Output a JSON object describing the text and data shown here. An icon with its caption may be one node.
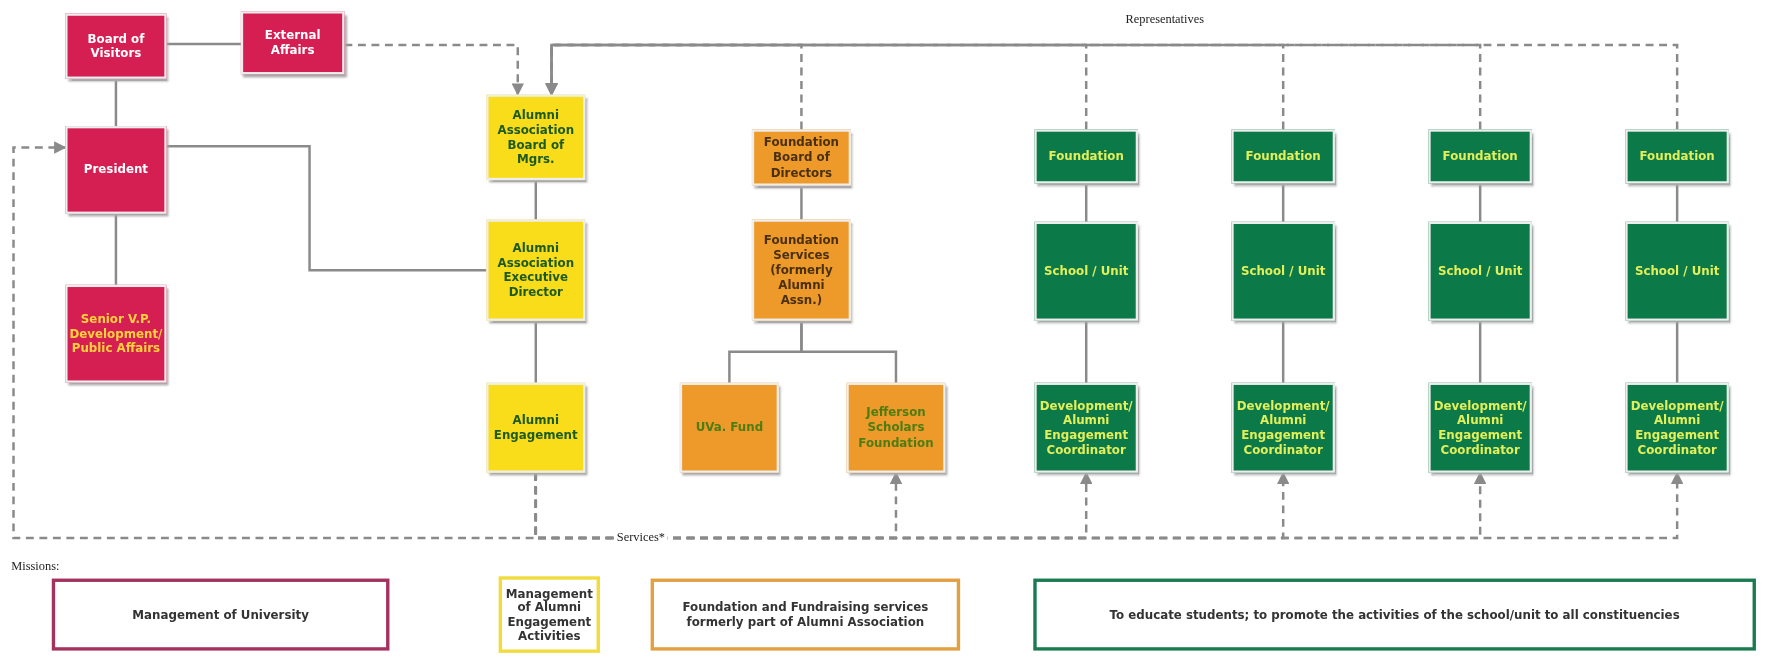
{
  "diagram": {
    "nodes": [
      {
        "text": [
          "Board of Visitors"
        ]
      },
      {
        "text": [
          "External Affairs"
        ]
      },
      {
        "text": [
          "President"
        ]
      },
      {
        "text": [
          "Senior V.P. Development/ Public Affairs"
        ]
      },
      {
        "text": [
          "Alumni Association Board of Mgrs."
        ]
      },
      {
        "text": [
          "Alumni Association Executive Director"
        ]
      },
      {
        "text": [
          "Alumni Engagement"
        ]
      },
      {
        "text": [
          "Foundation Board of Directors"
        ]
      },
      {
        "text": [
          "Foundation Services (formerly Alumni Assn.)"
        ]
      },
      {
        "text": [
          "UVa. Fund"
        ]
      },
      {
        "text": [
          "Jefferson Scholars Foundation"
        ]
      },
      {
        "text": [
          "Foundation"
        ]
      },
      {
        "text": [
          "Foundation"
        ]
      },
      {
        "text": [
          "Foundation"
        ]
      },
      {
        "text": [
          "Foundation"
        ]
      },
      {
        "text": [
          "School / Unit"
        ]
      },
      {
        "text": [
          "School / Unit"
        ]
      },
      {
        "text": [
          "School / Unit"
        ]
      },
      {
        "text": [
          "School / Unit"
        ]
      },
      {
        "text": [
          "Development/ Alumni Engagement Coordinator"
        ]
      },
      {
        "text": [
          "Development/ Alumni Engagement Coordinator"
        ]
      },
      {
        "text": [
          "Development/ Alumni Engagement Coordinator"
        ]
      },
      {
        "text": [
          "Development/ Alumni Engagement Coordinator"
        ]
      }
    ],
    "edges": [
      {
        "from": 0,
        "to": 1,
        "arrow": "none"
      },
      {
        "from": 0,
        "to": 2,
        "arrow": "none"
      },
      {
        "from": 2,
        "to": 3,
        "arrow": "none"
      },
      {
        "from": 2,
        "to": 5,
        "arrow": "none"
      },
      {
        "from": 1,
        "to": 4,
        "arrow": "to",
        "style": "dashed"
      },
      {
        "from": 4,
        "to": 5,
        "arrow": "none"
      },
      {
        "from": 5,
        "to": 6,
        "arrow": "none"
      },
      {
        "from": 7,
        "to": 8,
        "arrow": "none"
      },
      {
        "from": 8,
        "to": 9,
        "arrow": "none"
      },
      {
        "from": 8,
        "to": 10,
        "arrow": "none"
      },
      {
        "from": 11,
        "to": 15,
        "arrow": "none"
      },
      {
        "from": 12,
        "to": 16,
        "arrow": "none"
      },
      {
        "from": 13,
        "to": 17,
        "arrow": "none"
      },
      {
        "from": 14,
        "to": 18,
        "arrow": "none"
      },
      {
        "from": 15,
        "to": 19,
        "arrow": "none"
      },
      {
        "from": 16,
        "to": 20,
        "arrow": "none"
      },
      {
        "from": 17,
        "to": 21,
        "arrow": "none"
      },
      {
        "from": 18,
        "to": 22,
        "arrow": "none"
      },
      {
        "from": 7,
        "to": 4,
        "arrow": "to",
        "style": "dashed"
      },
      {
        "from": 11,
        "to": 4,
        "arrow": "to",
        "style": "dashed"
      },
      {
        "from": 12,
        "to": 4,
        "arrow": "to",
        "style": "dashed"
      },
      {
        "from": 13,
        "to": 4,
        "arrow": "to",
        "style": "dashed"
      },
      {
        "from": 14,
        "to": 4,
        "arrow": "to",
        "style": "dashed"
      },
      {
        "from": 6,
        "to": 2,
        "arrow": "to",
        "style": "dashed"
      },
      {
        "from": 6,
        "to": 10,
        "arrow": "to",
        "style": "dashed"
      },
      {
        "from": 6,
        "to": 19,
        "arrow": "to",
        "style": "dashed"
      },
      {
        "from": 6,
        "to": 20,
        "arrow": "to",
        "style": "dashed"
      },
      {
        "from": 6,
        "to": 21,
        "arrow": "to",
        "style": "dashed"
      },
      {
        "from": 6,
        "to": 22,
        "arrow": "to",
        "style": "dashed"
      }
    ],
    "labels": [
      "Representatives",
      "Services*",
      "Missions:"
    ],
    "legend": [
      {
        "text": "Management of University",
        "color": "#a3325f"
      },
      {
        "text": "Management of Alumni Engagement Activities",
        "color": "#f0dc3c"
      },
      {
        "text": "Foundation and Fundraising services formerly part of Alumni Association",
        "color": "#e3a040"
      },
      {
        "text": "To educate students; to promote the activities of the school/unit to all constituencies",
        "color": "#1a7a50"
      }
    ]
  }
}
